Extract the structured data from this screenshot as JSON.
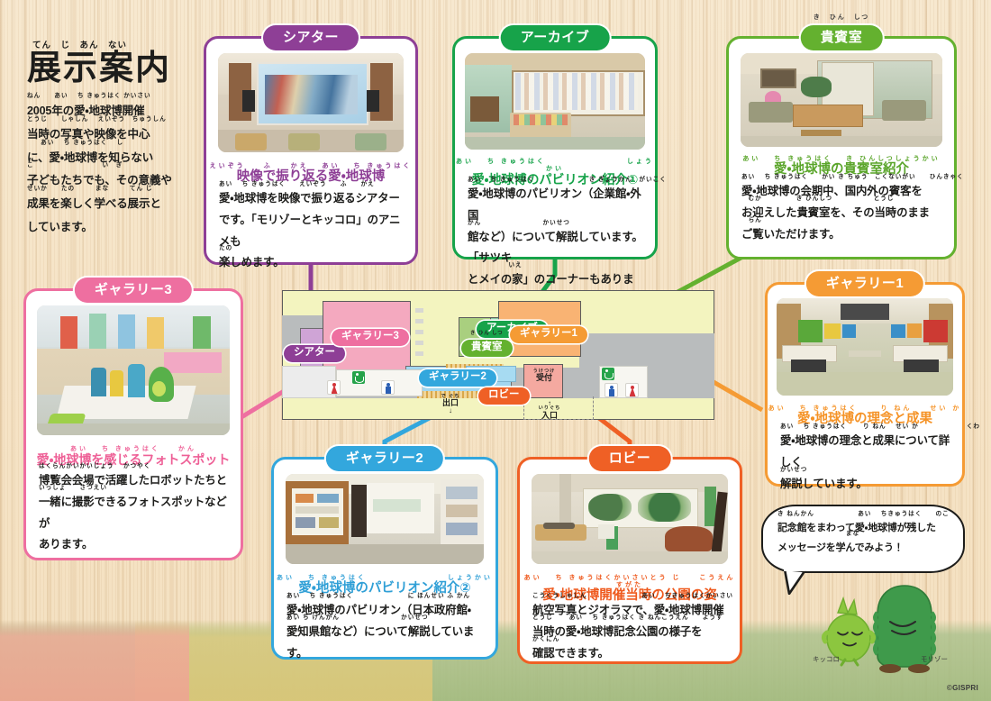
{
  "page": {
    "title_ruby": "てん　じ　あん　ない",
    "title": "展示案内",
    "intro_lines": [
      "2005年の愛・地球博開催",
      "当時の写真や映像を中心",
      "に、愛・地球博を知らない",
      "子どもたちでも、その意義や",
      "成果を楽しく学べる展示と",
      "しています。"
    ],
    "intro_ruby": [
      "ねん　　あい　 ち きゅうはく かいさい",
      "とうじ　　しゃしん　 えいぞう　ちゅうしん",
      "　　あい　 ち きゅうはく　 し",
      "こ　　　　　　　　　　い　ぎ",
      "せいか　　たの　　　まな　　　てん じ",
      ""
    ],
    "copyright": "©GISPRI"
  },
  "cards": [
    {
      "id": "theater",
      "pill": "シアター",
      "pill_ruby": "",
      "color": "#8e3f96",
      "caption": "映像で振り返る愛・地球博",
      "caption_ruby": "えいぞう　　ふ　　かえ　 あい　 ち きゅうはく",
      "caption_color": "#8e3f96",
      "body": [
        "愛・地球博を映像で振り返るシアター",
        "です。「モリゾーとキッコロ」のアニメも",
        "楽しめます。"
      ],
      "body_ruby": [
        "あい　 ち きゅうはく　　えいぞう　　ふ　　かえ",
        "",
        "たの"
      ]
    },
    {
      "id": "archive",
      "pill": "アーカイブ",
      "pill_ruby": "",
      "color": "#17a34a",
      "caption": "愛・地球博のパビリオン紹介①",
      "caption_ruby": "あい　 ち きゅうはく　　　　　　　　　しょうかい",
      "caption_color": "#17a34a",
      "body": [
        "愛・地球博のパビリオン（企業館・外国",
        "館など）について解説しています。「サツキ",
        "とメイの家」のコーナーもあります。"
      ],
      "body_ruby": [
        "あい　 ち きゅうはく　　　　　　　　き ぎょうかん　がいこく",
        "かん　　　　　　　　　かいせつ",
        "　　　　　　いえ"
      ]
    },
    {
      "id": "vip",
      "pill": "貴賓室",
      "pill_ruby": "き　ひん　しつ",
      "color": "#64b12f",
      "caption": "愛・地球博の貴賓室紹介",
      "caption_ruby": "あい　 ち きゅうはく　 き ひんしつしょうかい",
      "caption_color": "#5aa52a",
      "body": [
        "愛・地球博の会期中、国内外の賓客を",
        "お迎えした貴賓室を、その当時のまま",
        "ご覧いただけます。"
      ],
      "body_ruby": [
        "あい　 ち きゅうはく　　かい き ちゅう　こくないがい　　ひんきゃく",
        "　むか　　　　　き ひんしつ　　　　　　とうじ",
        "　らん"
      ]
    },
    {
      "id": "gallery3",
      "pill": "ギャラリー3",
      "pill_ruby": "",
      "color": "#ee6fa0",
      "caption": "愛・地球博を感じるフォトスポット",
      "caption_ruby": "あい　 ち きゅうはく　　かん",
      "caption_color": "#ee5f96",
      "body": [
        "博覧会会場で活躍したロボットたちと",
        "一緒に撮影できるフォトスポットなどが",
        "あります。"
      ],
      "body_ruby": [
        "はくらんかいかいじょう　 かつやく",
        "いっしょ　　さつえい",
        ""
      ]
    },
    {
      "id": "gallery1",
      "pill": "ギャラリー1",
      "pill_ruby": "",
      "color": "#f59b34",
      "caption": "愛・地球博の理念と成果",
      "caption_ruby": "あい　 ち きゅうはく　　 り ねん　　せい か",
      "caption_color": "#f59327",
      "body": [
        "愛・地球博の理念と成果について詳しく",
        "解説しています。"
      ],
      "body_ruby": [
        "あい　 ち きゅうはく　　 り ねん　 せい か　　　　　　　くわ",
        "かいせつ"
      ]
    },
    {
      "id": "gallery2",
      "pill": "ギャラリー2",
      "pill_ruby": "",
      "color": "#33a7dd",
      "caption": "愛・地球博のパビリオン紹介②",
      "caption_ruby": "あい　 ち きゅうはく　　　　　　　　　しょうかい",
      "caption_color": "#2f9fd6",
      "body": [
        "愛・地球博のパビリオン（日本政府館・",
        "愛知県館など）について解説しています。"
      ],
      "body_ruby": [
        "あい　 ち きゅうはく　　　　　　　　に ほんせい ふ かん",
        "あい ち けんかん　　　　　　　　　かいせつ"
      ]
    },
    {
      "id": "lobby",
      "pill": "ロビー",
      "pill_ruby": "",
      "color": "#ef6025",
      "caption": "愛・地球博開催当時の公園の姿",
      "caption_ruby": "あい　 ち きゅうはくかいさいとう じ　　こうえん　　すがた",
      "caption_color": "#ef5a1e",
      "body": [
        "航空写真とジオラマで、愛・地球博開催",
        "当時の愛・地球博記念公園の様子を",
        "確認できます。"
      ],
      "body_ruby": [
        "こうくうしゃしん　　　　　　　　あい　 ちきゅうはくかいさい",
        "とうじ　　 あい　 ち きゅうはく き ねんこうえん　　ようす",
        "かくにん"
      ]
    }
  ],
  "map": {
    "labels": [
      {
        "id": "map-theater",
        "text": "シアター",
        "color": "#8e3f96",
        "ruby": ""
      },
      {
        "id": "map-gallery3",
        "text": "ギャラリー3",
        "color": "#ee6fa0",
        "ruby": ""
      },
      {
        "id": "map-archive",
        "text": "アーカイブ",
        "color": "#17a34a",
        "ruby": ""
      },
      {
        "id": "map-vip",
        "text": "貴賓室",
        "color": "#64b12f",
        "ruby": "き ひん しつ"
      },
      {
        "id": "map-gallery1",
        "text": "ギャラリー1",
        "color": "#f59b34",
        "ruby": ""
      },
      {
        "id": "map-gallery2",
        "text": "ギャラリー2",
        "color": "#33a7dd",
        "ruby": ""
      },
      {
        "id": "map-lobby",
        "text": "ロビー",
        "color": "#ef6025",
        "ruby": ""
      }
    ],
    "texts": [
      {
        "id": "map-reception",
        "text": "受付",
        "ruby": "うけつけ"
      },
      {
        "id": "map-exit",
        "text": "出口",
        "ruby": "で ぐち"
      },
      {
        "id": "map-entrance",
        "text": "入口",
        "ruby": "いりぐち"
      }
    ]
  },
  "bubble": {
    "lines": [
      "記念館をまわって愛・地球博が残した",
      "メッセージを学んでみよう！"
    ],
    "ruby": [
      "き ねんかん　　　　　　 あい　 ちきゅうはく　　のこ",
      "　　　　　　　　　　まな"
    ]
  },
  "mascots": {
    "small": "キッコロ",
    "large": "モリゾー"
  }
}
